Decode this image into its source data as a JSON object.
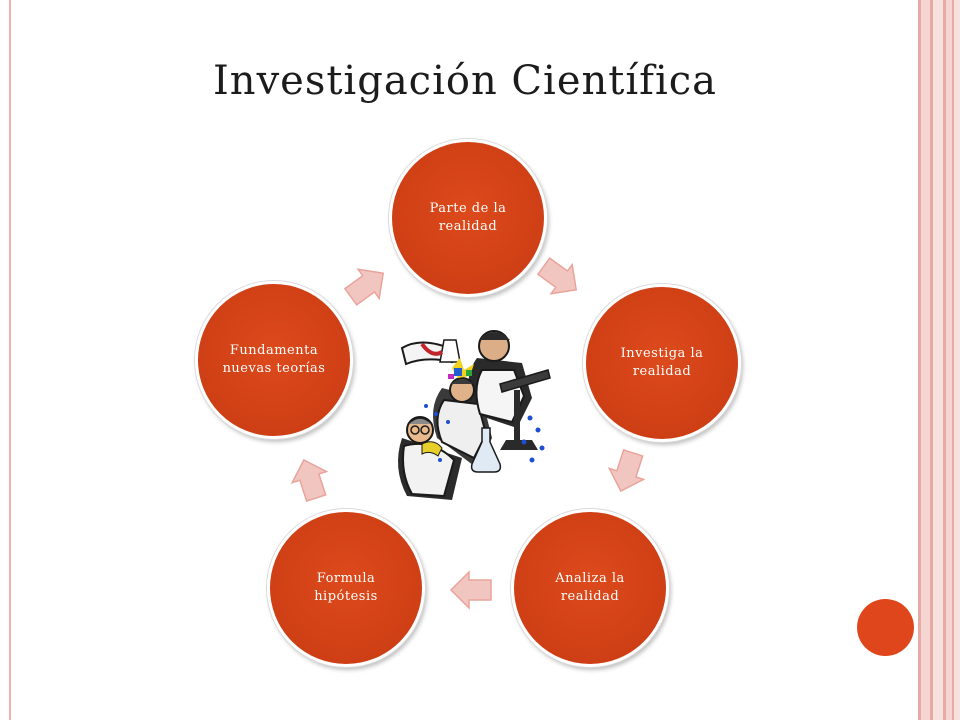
{
  "slide": {
    "title": "Investigación Científica"
  },
  "cycle": {
    "steps": [
      {
        "label": "Parte de la realidad"
      },
      {
        "label": "Investiga la realidad"
      },
      {
        "label": "Analiza la realidad"
      },
      {
        "label": "Formula hipótesis"
      },
      {
        "label": "Fundamenta nuevas teorías"
      }
    ]
  },
  "colors": {
    "circle_fill": "#d1421a",
    "arrow_fill": "#f2c6c0",
    "arrow_stroke": "#e9a39b",
    "accent_dot": "#e0461c",
    "border_stripe": "#e7a9a4"
  },
  "illustration": {
    "icon": "scientists-clipart-icon"
  }
}
